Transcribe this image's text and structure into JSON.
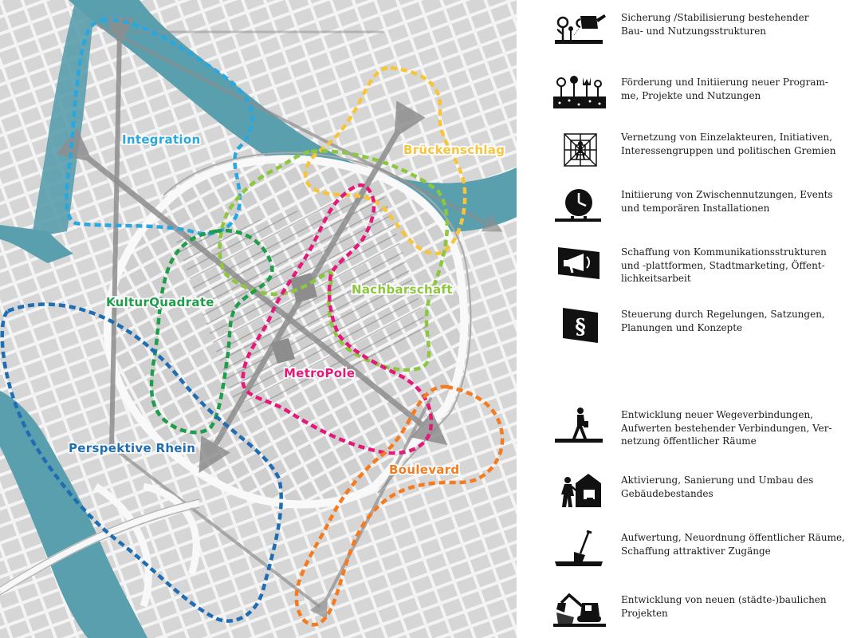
{
  "map": {
    "zones": [
      {
        "id": "integration",
        "label": "Integration",
        "color": "#29a7de"
      },
      {
        "id": "brueckenschlag",
        "label": "Brückenschlag",
        "color": "#f7c53a"
      },
      {
        "id": "nachbarschaft",
        "label": "Nachbarschaft",
        "color": "#8dc63f"
      },
      {
        "id": "kulturquadrate",
        "label": "KulturQuadrate",
        "color": "#1f9d4a"
      },
      {
        "id": "metropole",
        "label": "MetroPole",
        "color": "#e6197b"
      },
      {
        "id": "perspektive-rhein",
        "label": "Perspektive Rhein",
        "color": "#1f6db3"
      },
      {
        "id": "boulevard",
        "label": "Boulevard",
        "color": "#f47b20"
      }
    ],
    "colors": {
      "water": "#5a9fae",
      "land": "#e4e4e4",
      "block": "#c7c7c7",
      "road": "#f7f7f7",
      "axis": "#8e8e8e"
    }
  },
  "legend": {
    "items": [
      {
        "icon": "watering-can-plants-icon",
        "text": [
          "Sicherung /Stabilisierung bestehender",
          "Bau- und Nutzungsstrukturen"
        ]
      },
      {
        "icon": "flowers-growing-icon",
        "text": [
          "Förderung und Initiierung neuer Program-",
          "me, Projekte und Nutzungen"
        ]
      },
      {
        "icon": "spider-web-network-icon",
        "text": [
          "Vernetzung von Einzelakteuren, Initiativen,",
          "Interessengruppen und politischen Gremien"
        ]
      },
      {
        "icon": "clock-icon",
        "text": [
          "Initiierung von Zwischennutzungen, Events",
          "und temporären Installationen"
        ]
      },
      {
        "icon": "megaphone-icon",
        "text": [
          "Schaffung von Kommunikationsstrukturen",
          "und -plattformen, Stadtmarketing, Öffent-",
          "lichkeitsarbeit"
        ]
      },
      {
        "icon": "paragraph-flag-icon",
        "text": [
          "Steuerung durch Regelungen, Satzungen,",
          "Planungen und Konzepte"
        ]
      },
      {
        "icon": "walking-person-icon",
        "text": [
          "Entwicklung neuer Wegeverbindungen,",
          "Aufwerten bestehender Verbindungen, Ver-",
          "netzung öffentlicher Räume"
        ]
      },
      {
        "icon": "worker-house-icon",
        "text": [
          "Aktivierung, Sanierung und Umbau des",
          "Gebäudebestandes"
        ]
      },
      {
        "icon": "shovel-icon",
        "text": [
          "Aufwertung, Neuordnung öffentlicher Räume,",
          "Schaffung attraktiver Zugänge"
        ]
      },
      {
        "icon": "excavator-icon",
        "text": [
          "Entwicklung von neuen (städte-)baulichen",
          "Projekten"
        ]
      }
    ]
  }
}
